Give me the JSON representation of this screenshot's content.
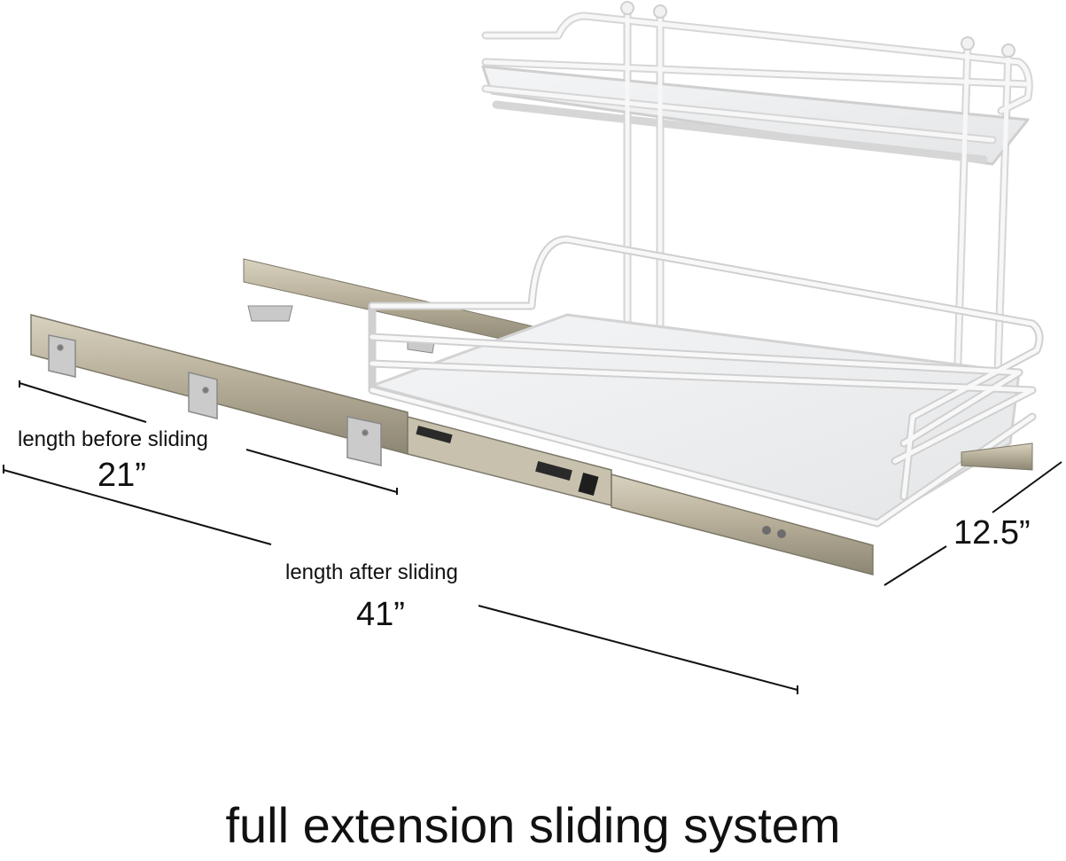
{
  "dimensions": {
    "before": {
      "label": "length before sliding",
      "value": "21”"
    },
    "after": {
      "label": "length after sliding",
      "value": "41”"
    },
    "width": {
      "value": "12.5”"
    }
  },
  "caption": "full extension sliding system",
  "colors": {
    "rail_metal": "#b8b09a",
    "rail_dark": "#8c8674",
    "wire_white": "#f4f4f4",
    "wire_outline": "#c9c9c9",
    "shelf_frost": "#eef0f2",
    "dimension_line": "#111111"
  }
}
